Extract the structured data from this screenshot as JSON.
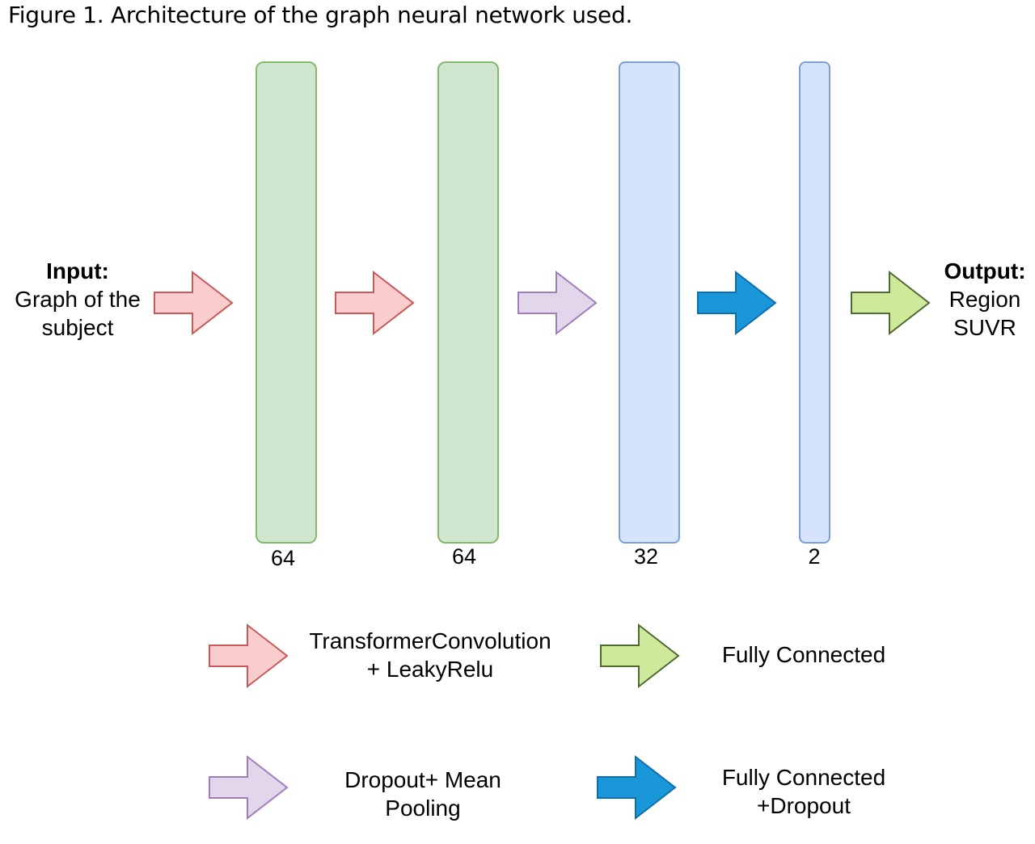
{
  "caption": "Figure 1. Architecture of the graph neural network used.",
  "input": {
    "title": "Input:",
    "lines": [
      "Graph of the",
      "subject"
    ]
  },
  "output": {
    "title": "Output:",
    "lines": [
      "Region",
      "SUVR"
    ]
  },
  "layers": [
    {
      "size": "64",
      "color": "green"
    },
    {
      "size": "64",
      "color": "green"
    },
    {
      "size": "32",
      "color": "blue"
    },
    {
      "size": "2",
      "color": "blue"
    }
  ],
  "colors": {
    "transformer_conv": {
      "fill": "#f8cdcb",
      "stroke": "#c9595a"
    },
    "dropout_pool": {
      "fill": "#e2d6ea",
      "stroke": "#a17cbc"
    },
    "fc_dropout": {
      "fill": "#1a97d8",
      "stroke": "#0e6fae"
    },
    "fully_connected": {
      "fill": "#cfe99a",
      "stroke": "#4f6b33"
    },
    "layer_green": "#d0e6cf",
    "layer_blue": "#d5e3fb"
  },
  "legend": [
    {
      "lines": [
        "TransformerConvolution",
        "+ LeakyRelu"
      ],
      "icon": "pink-arrow-icon"
    },
    {
      "lines": [
        "Fully Connected"
      ],
      "icon": "green-arrow-icon"
    },
    {
      "lines": [
        "Dropout+ Mean",
        "Pooling"
      ],
      "icon": "purple-arrow-icon"
    },
    {
      "lines": [
        "Fully Connected",
        "+Dropout"
      ],
      "icon": "blue-arrow-icon"
    }
  ]
}
